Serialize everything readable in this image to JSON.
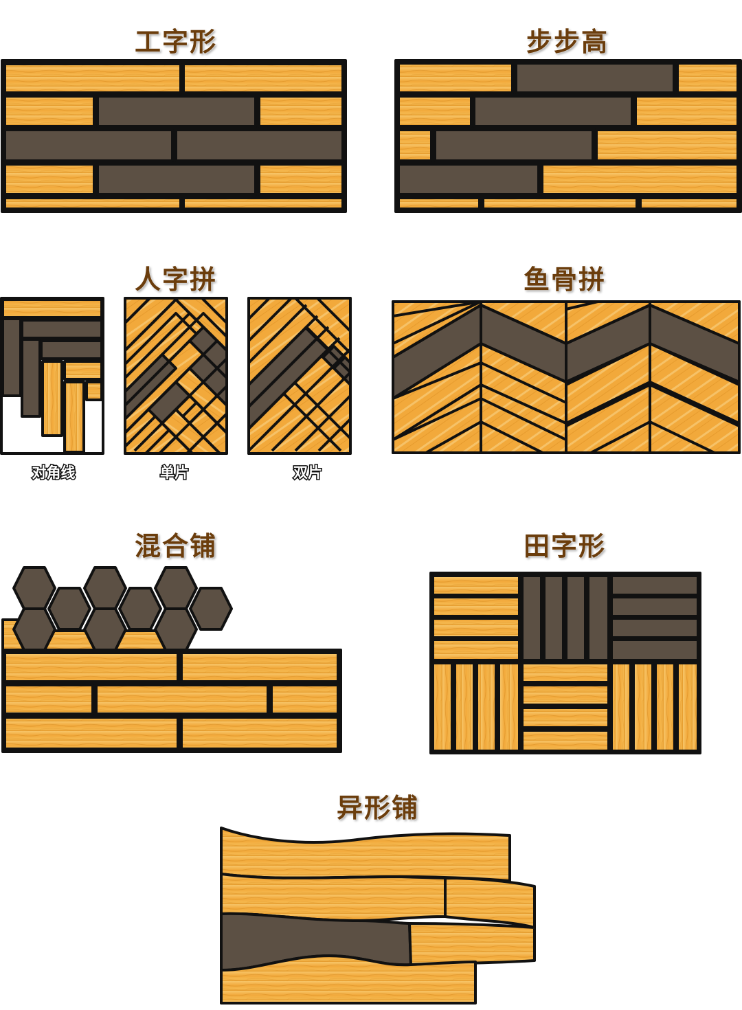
{
  "titles": {
    "gongzi": "工字形",
    "bubugao": "步步高",
    "renzi": "人字拼",
    "yugu": "鱼骨拼",
    "hunhe": "混合铺",
    "tianzi": "田字形",
    "yixing": "异形铺"
  },
  "renzi_variants": [
    "对角线",
    "单片",
    "双片"
  ],
  "colors": {
    "wood": "#f2a93b",
    "wood_light": "#f7c568",
    "wood_grain": "#d98d22",
    "dark_tile": "#5c5044",
    "outline": "#111111",
    "title": "#6b3d0c"
  }
}
